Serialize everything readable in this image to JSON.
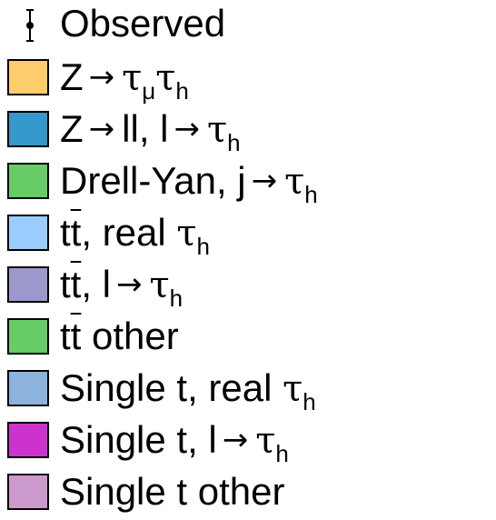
{
  "chart_data": {
    "type": "legend",
    "entries": [
      {
        "label": "Observed",
        "marker": "error-bar-point",
        "color": "#000000"
      },
      {
        "label_parts": [
          "Z",
          "→",
          "τ",
          "μ",
          "τ",
          "h"
        ],
        "color": "#fecd6b"
      },
      {
        "label_parts": [
          "Z",
          "→",
          "ll, l",
          "→",
          "τ",
          "h"
        ],
        "color": "#3498cb"
      },
      {
        "label_parts": [
          "Drell-Yan, j",
          "→",
          "τ",
          "h"
        ],
        "color": "#67cb67"
      },
      {
        "label_parts": [
          "tt",
          ", real ",
          "τ",
          "h"
        ],
        "color": "#9acdfd"
      },
      {
        "label_parts": [
          "tt",
          ", l",
          "→",
          "τ",
          "h"
        ],
        "color": "#9b99cb"
      },
      {
        "label_parts": [
          "tt",
          " other"
        ],
        "color": "#67cb67"
      },
      {
        "label_parts": [
          "Single t, real ",
          "τ",
          "h"
        ],
        "color": "#8cb3dc"
      },
      {
        "label_parts": [
          "Single t, l",
          "→",
          "τ",
          "h"
        ],
        "color": "#cc33cc"
      },
      {
        "label_parts": [
          "Single t other"
        ],
        "color": "#cc99cc"
      }
    ]
  }
}
